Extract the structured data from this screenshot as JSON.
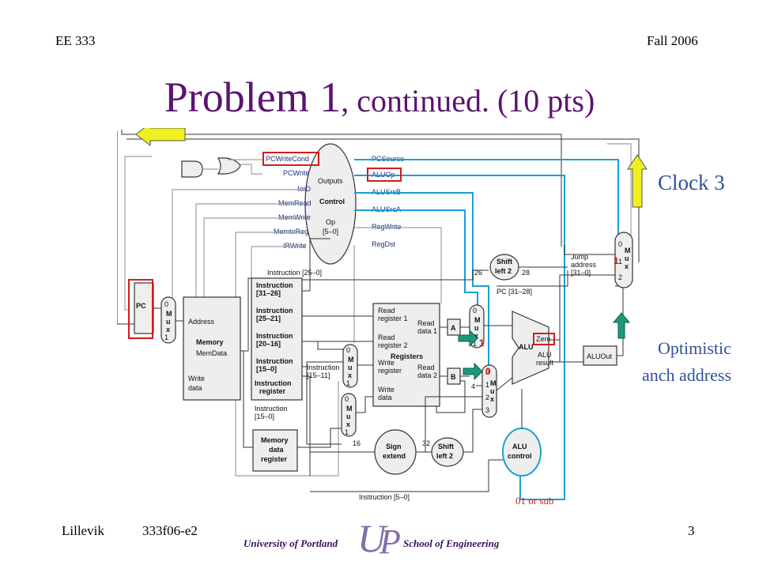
{
  "header": {
    "course": "EE 333",
    "term": "Fall 2006"
  },
  "title": {
    "main": "Problem 1",
    "rest": ", continued.  (10 pts)"
  },
  "side_notes": {
    "clock": "Clock 3",
    "optimistic_line1": "Optimistic",
    "optimistic_line2": "anch address"
  },
  "footer": {
    "author": "Lillevik",
    "code": "333f06-e2",
    "page": "3"
  },
  "logo": {
    "left_text": "University of Portland",
    "right_text": "School of Engineering",
    "letters_u": "U",
    "letters_p": "P"
  },
  "diagram": {
    "control_signals_left": [
      "PCWriteCond",
      "PCWrite",
      "IorD",
      "MemRead",
      "MemWrite",
      "MemtoReg",
      "IRWrite"
    ],
    "control_signals_right": [
      "PCSource",
      "ALUOp",
      "ALUSrcB",
      "ALUSrcA",
      "RegWrite",
      "RegDst"
    ],
    "control_label_outputs": "Outputs",
    "control_label_control": "Control",
    "control_label_op": "Op",
    "control_label_op_bits": "[5–0]",
    "pc": "PC",
    "memory_address": "Address",
    "memory": "Memory",
    "memdata": "MemData",
    "write_data": "Write",
    "write_data2": "data",
    "instr_fields": [
      "Instruction",
      "[31–26]",
      "Instruction",
      "[25–21]",
      "Instruction",
      "[20–16]",
      "Instruction",
      "[15–0]"
    ],
    "instruction_register_1": "Instruction",
    "instruction_register_2": "register",
    "instr_1511": "Instruction",
    "instr_1511b": "[15–11]",
    "instr_150": "Instruction",
    "instr_150b": "[15–0]",
    "mem_data_reg": [
      "Memory",
      "data",
      "register"
    ],
    "regs_labels": [
      "Read",
      "register 1",
      "Read",
      "register 2",
      "Registers",
      "Write",
      "register",
      "Write",
      "data",
      "Read",
      "data 1",
      "Read",
      "data 2"
    ],
    "A": "A",
    "B": "B",
    "alu": "ALU",
    "zero": "Zero",
    "alu_result_1": "ALU",
    "alu_result_2": "result",
    "aluout": "ALUOut",
    "shift_left_2": [
      "Shift",
      "left 2"
    ],
    "sign_extend": [
      "Sign",
      "extend"
    ],
    "alu_control": [
      "ALU",
      "control"
    ],
    "instr_250": "Instruction [25–0]",
    "pc_3128": "PC [31–28]",
    "jump_address": [
      "Jump",
      "address",
      "[31–0]"
    ],
    "instr_50": "Instruction [5–0]",
    "bits_26": "26",
    "bits_28": "28",
    "bits_16": "16",
    "bits_32": "32",
    "four": "4",
    "mux_letters": [
      "M",
      "u",
      "x"
    ],
    "mux_inputs_01": [
      "0",
      "1"
    ],
    "mux_inputs_0123": [
      "0",
      "1",
      "2",
      "3"
    ],
    "mux_inputs_012": [
      "0",
      "1",
      "2"
    ],
    "red_marks": {
      "alusrca": "1",
      "alusrcb": "0",
      "pcsource": "1"
    },
    "aluop_value": "01 or sub"
  },
  "colors": {
    "title": "#5a1470",
    "notes": "#3050a0",
    "highlight": "#d21c1c",
    "control_wire": "#1aa0d6",
    "arrow_yellow": "#f0f020",
    "arrow_green": "#1a9a7a"
  }
}
